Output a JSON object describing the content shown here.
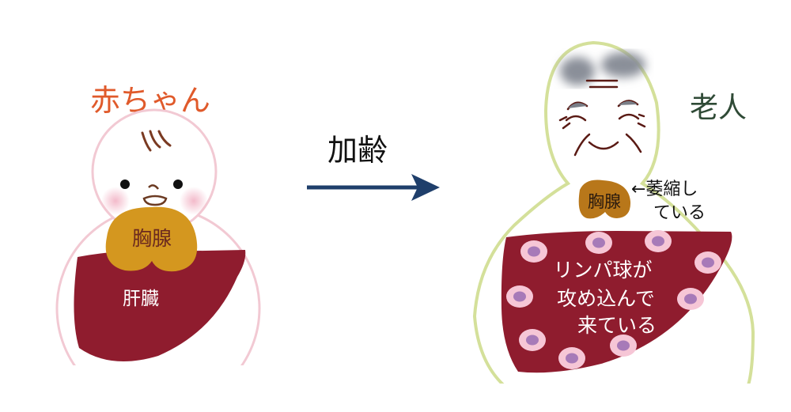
{
  "baby": {
    "title": "赤ちゃん",
    "thymus_label": "胸腺",
    "liver_label": "肝臓"
  },
  "transition": {
    "label": "加齢"
  },
  "elderly": {
    "title": "老人",
    "thymus_label": "胸腺",
    "annotation_line1": "←萎縮し",
    "annotation_line2": "ている",
    "liver_text_line1": "リンパ球が",
    "liver_text_line2": "攻め込んで",
    "liver_text_line3": "来ている"
  },
  "colors": {
    "baby_title": "#e05a2b",
    "elderly_title": "#2f4a36",
    "liver": "#8f1c2e",
    "thymus_baby": "#d4971f",
    "thymus_elderly": "#b8771a",
    "baby_outline": "#f2c9d3",
    "elderly_outline": "#d4e09a",
    "arrow": "#1f3f6b",
    "cell_outer": "#f6c6d6",
    "cell_inner": "#a77ab8"
  }
}
